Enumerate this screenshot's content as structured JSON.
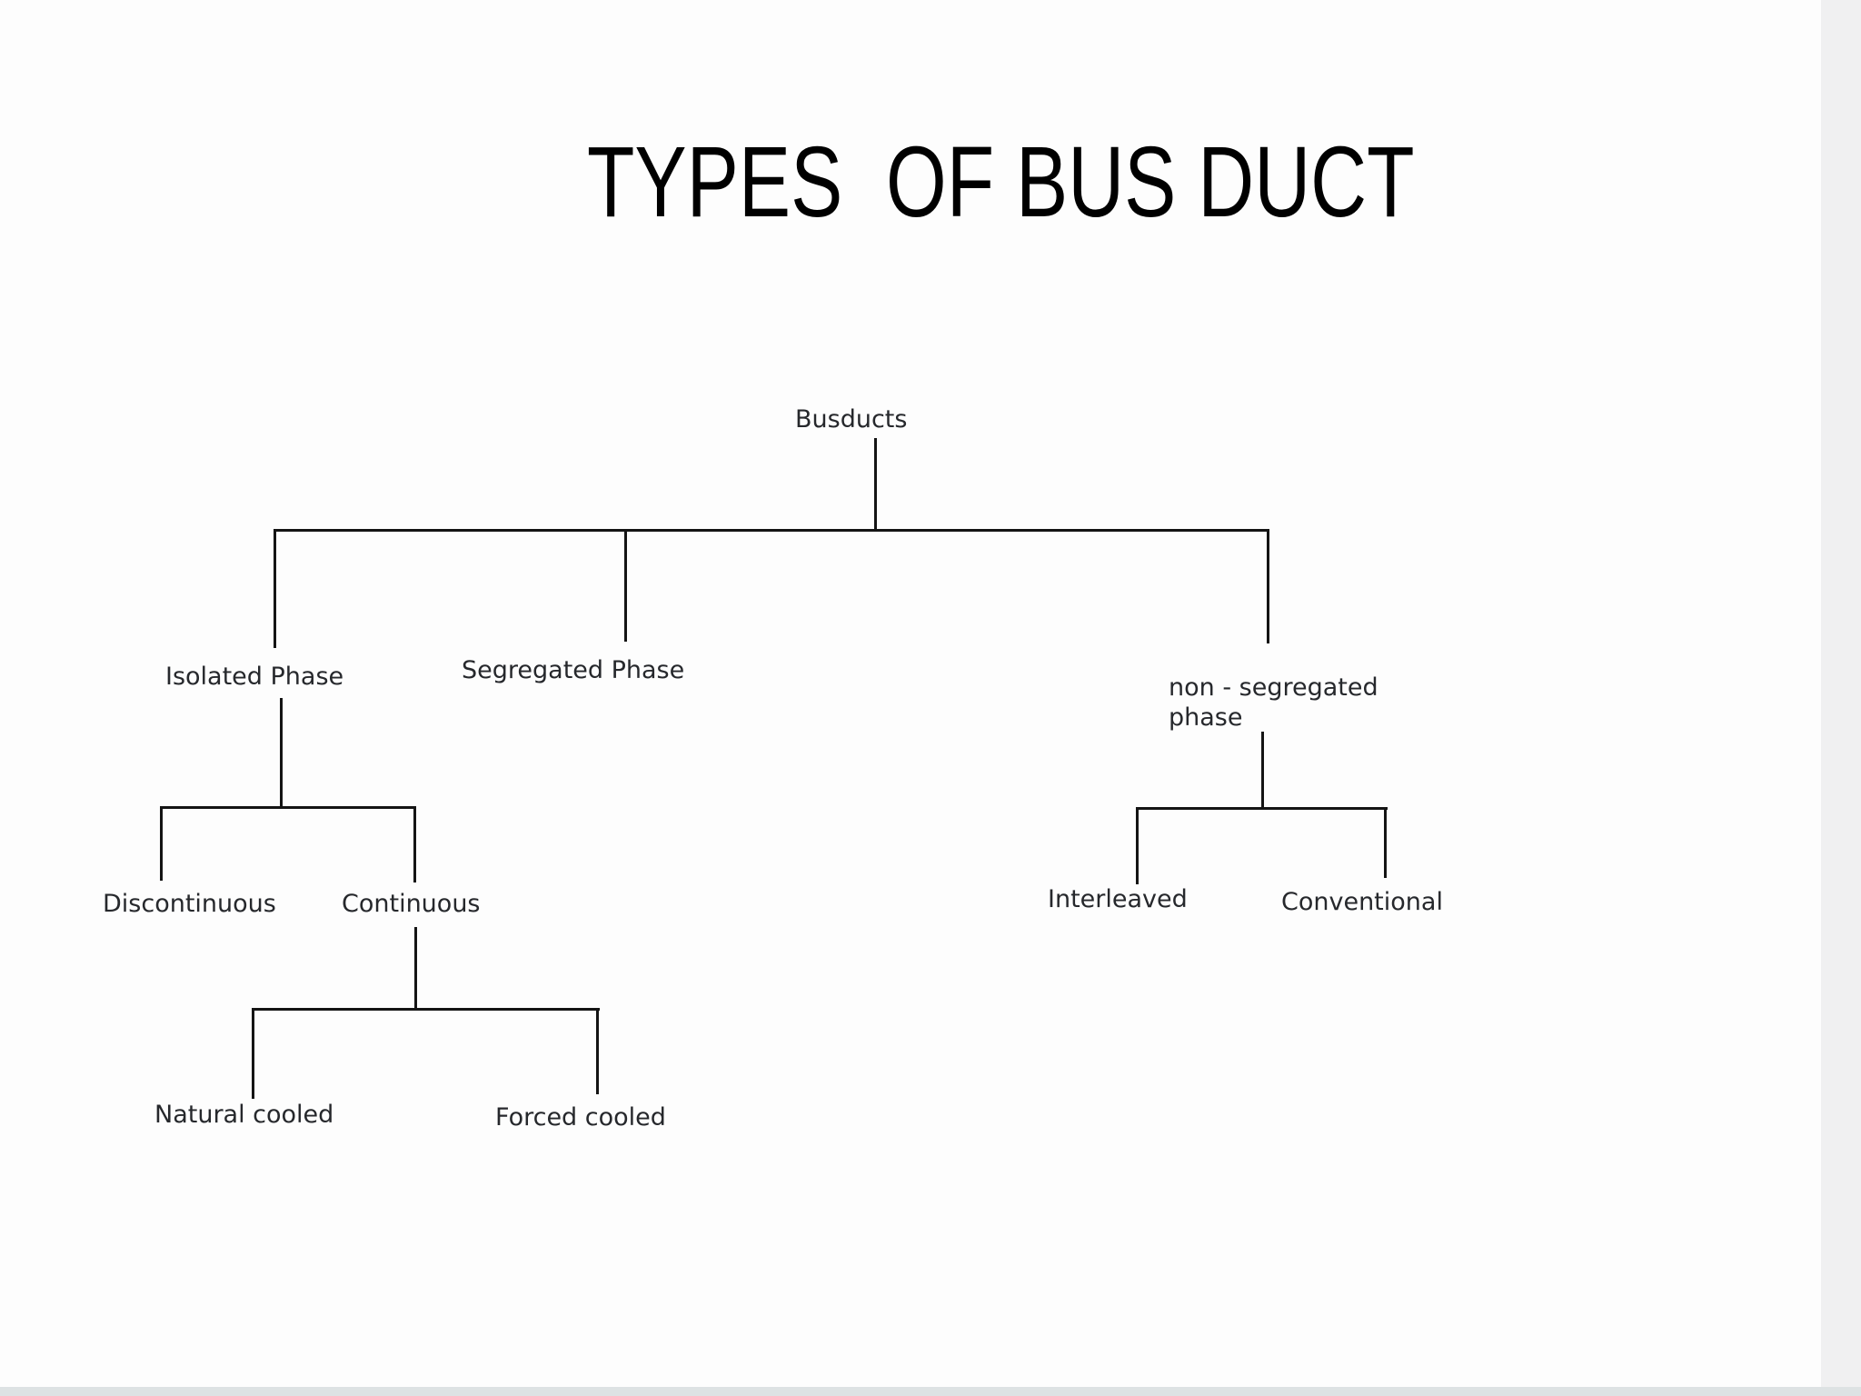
{
  "page": {
    "title": "TYPES  OF BUS DUCT"
  },
  "colors": {
    "background": "#fdfdfd",
    "title_text": "#000000",
    "node_text": "#26282c",
    "connector_line": "#141414"
  },
  "tree": {
    "root": {
      "label": "Busducts"
    },
    "children": [
      {
        "label": "Isolated Phase",
        "children": [
          {
            "label": "Discontinuous"
          },
          {
            "label": "Continuous",
            "children": [
              {
                "label": "Natural cooled"
              },
              {
                "label": "Forced cooled"
              }
            ]
          }
        ]
      },
      {
        "label": "Segregated Phase"
      },
      {
        "label": "non - segregated phase",
        "children": [
          {
            "label": "Interleaved"
          },
          {
            "label": "Conventional"
          }
        ]
      }
    ]
  }
}
